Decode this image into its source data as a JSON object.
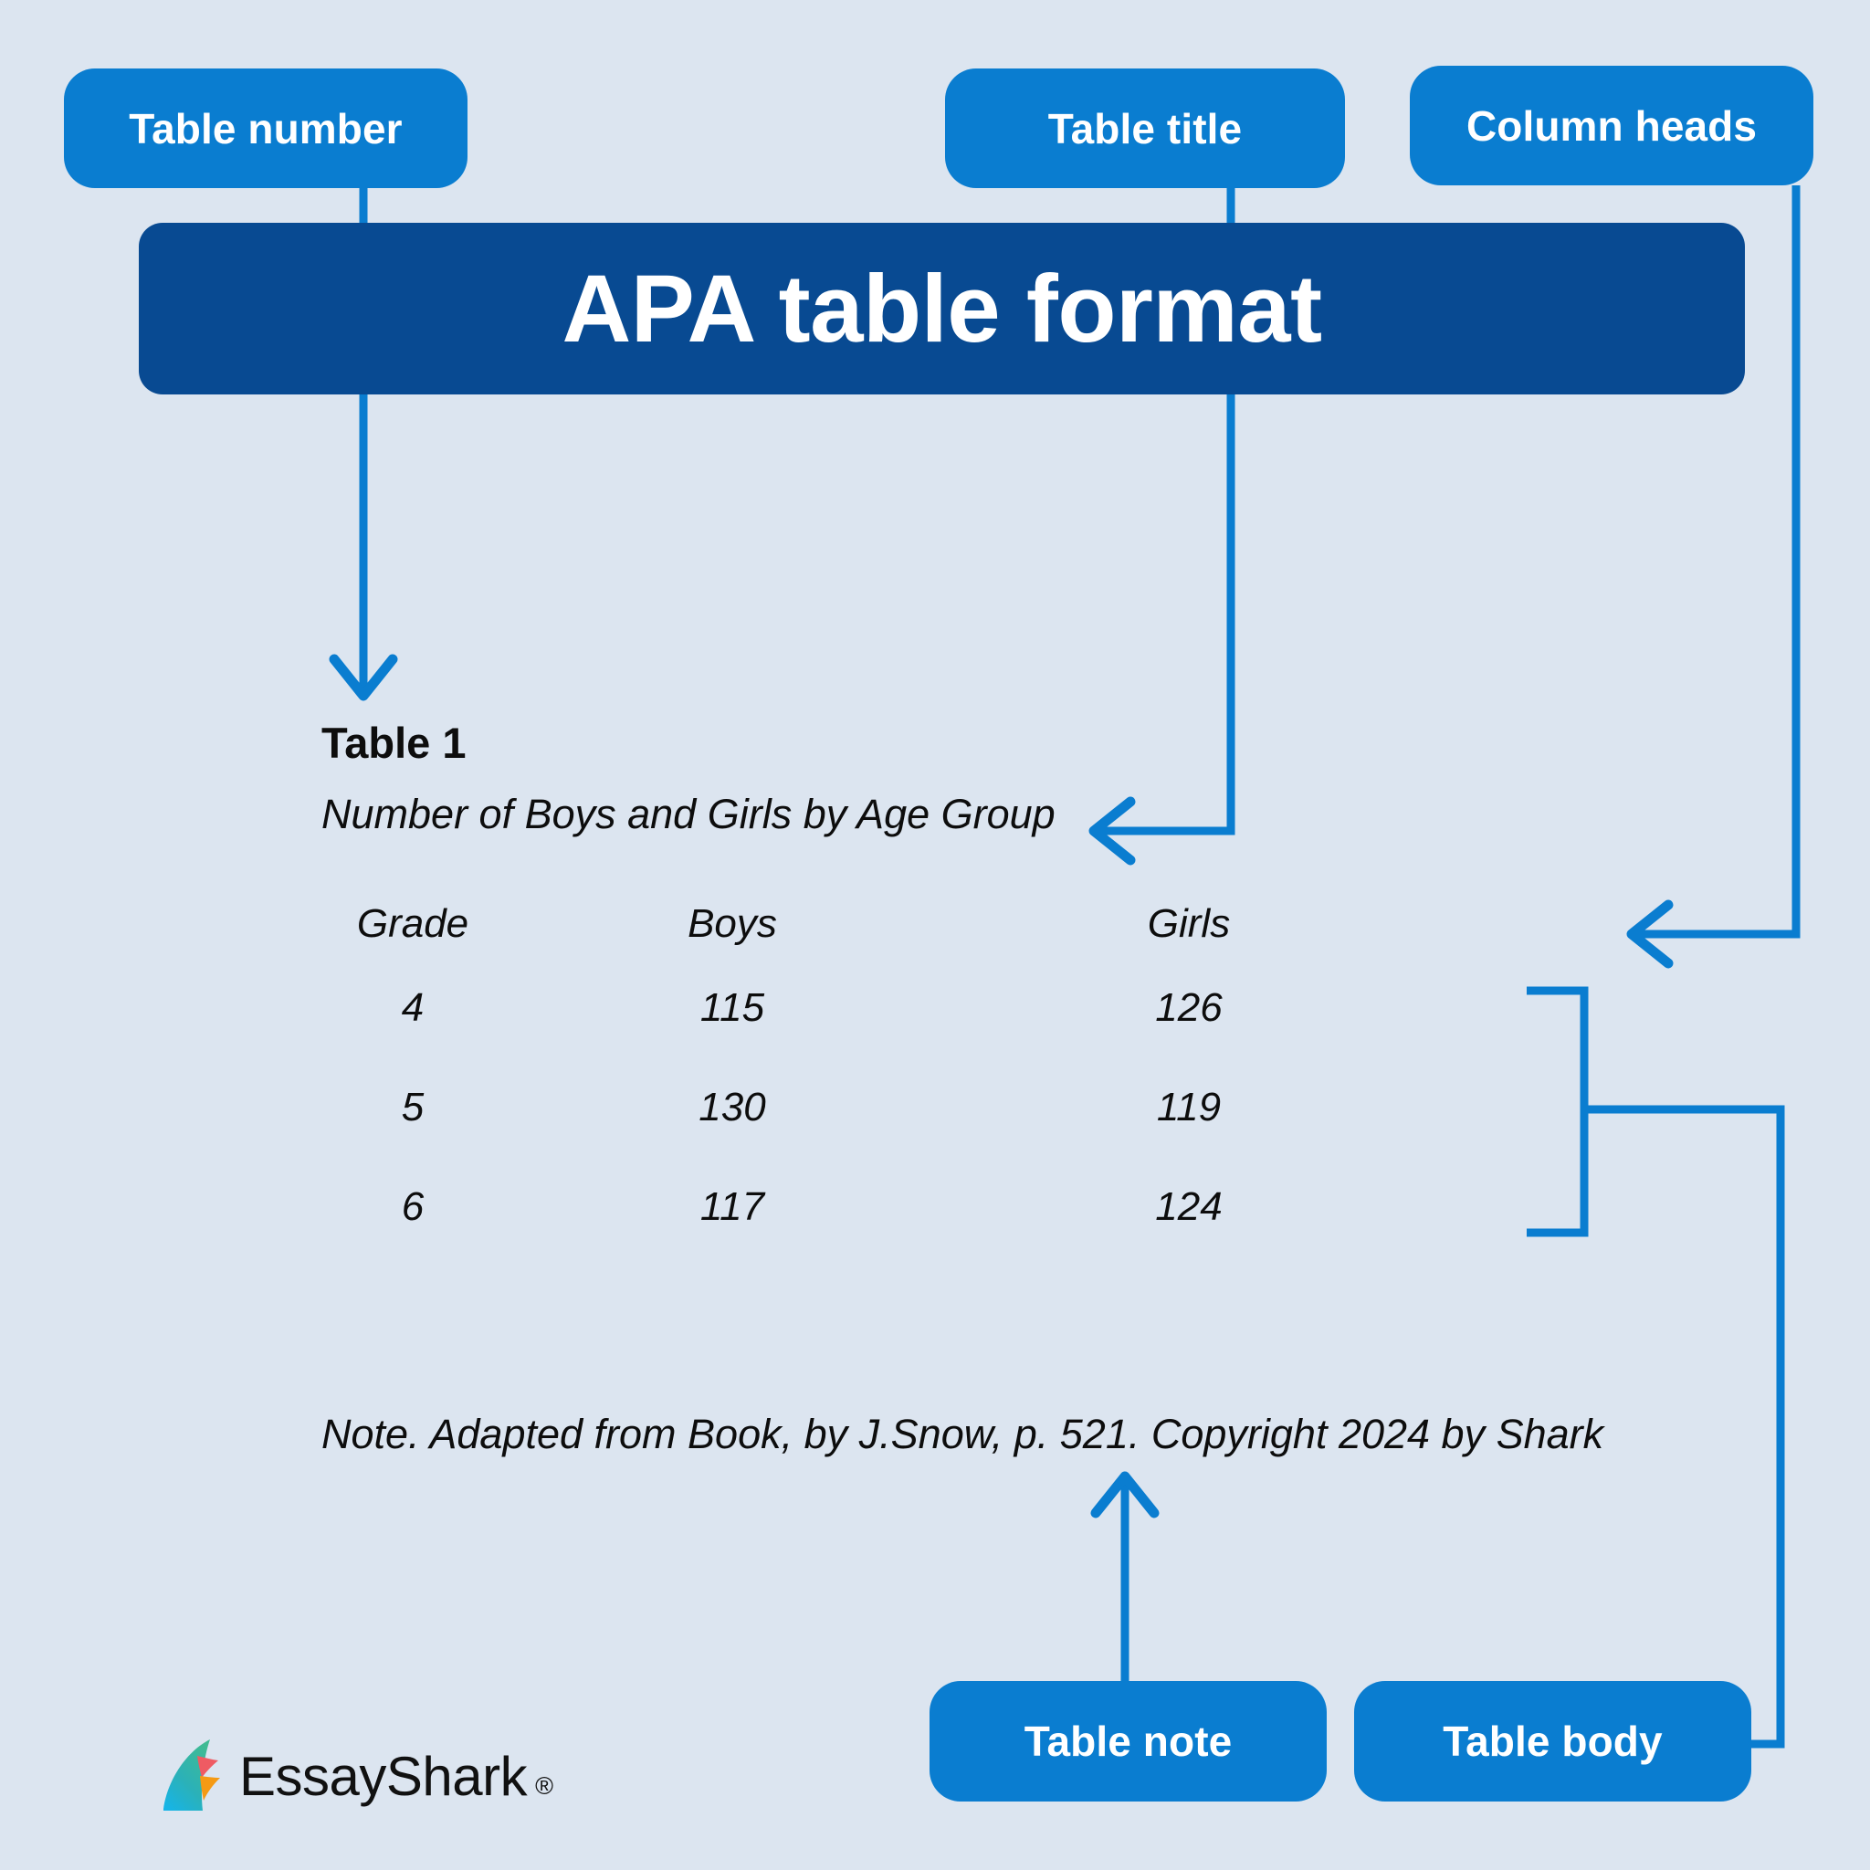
{
  "banner": {
    "title": "APA table format",
    "color": "#084a92"
  },
  "theme": {
    "background": "#dce5f0",
    "pill": "#0a7dd0",
    "connector": "#0a7dd0",
    "text": "#0d0d0d"
  },
  "callouts": {
    "table_number": "Table number",
    "table_title": "Table title",
    "column_heads": "Column heads",
    "table_note": "Table note",
    "table_body": "Table body"
  },
  "table": {
    "number_label": "Table 1",
    "title": "Number of Boys and Girls by Age Group",
    "columns": [
      "Grade",
      "Boys",
      "Girls"
    ],
    "rows": [
      [
        "4",
        "115",
        "126"
      ],
      [
        "5",
        "130",
        "119"
      ],
      [
        "6",
        "117",
        "124"
      ]
    ],
    "note": "Note. Adapted from Book, by J.Snow, p. 521. Copyright 2024 by Shark"
  },
  "chart_data": {
    "type": "table",
    "title": "Number of Boys and Girls by Age Group",
    "categories": [
      "4",
      "5",
      "6"
    ],
    "xlabel": "Grade",
    "ylabel": "",
    "series": [
      {
        "name": "Boys",
        "values": [
          115,
          130,
          117
        ]
      },
      {
        "name": "Girls",
        "values": [
          126,
          119,
          124
        ]
      }
    ]
  },
  "logo": {
    "word": "EssayShark",
    "registered": "®",
    "fin_top_color": "#35b39a",
    "fin_bottom_color": "#1eb5e6",
    "accent_red": "#ef5b63",
    "accent_orange": "#f59a14"
  }
}
